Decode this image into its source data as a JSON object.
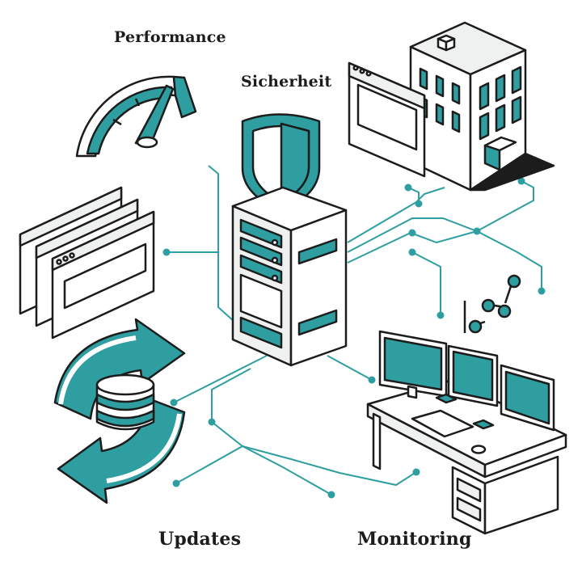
{
  "labels": {
    "performance": "Performance",
    "security": "Sicherheit",
    "updates": "Updates",
    "monitoring": "Monitoring"
  },
  "colors": {
    "accent": "#2f9ea0",
    "outline": "#1c1c1c",
    "light": "#eef1ef",
    "white": "#ffffff"
  },
  "icons": [
    "gauge-icon",
    "shield-icon",
    "server-icon",
    "browser-windows-icon",
    "building-icon",
    "database-sync-icon",
    "monitoring-desk-icon"
  ]
}
